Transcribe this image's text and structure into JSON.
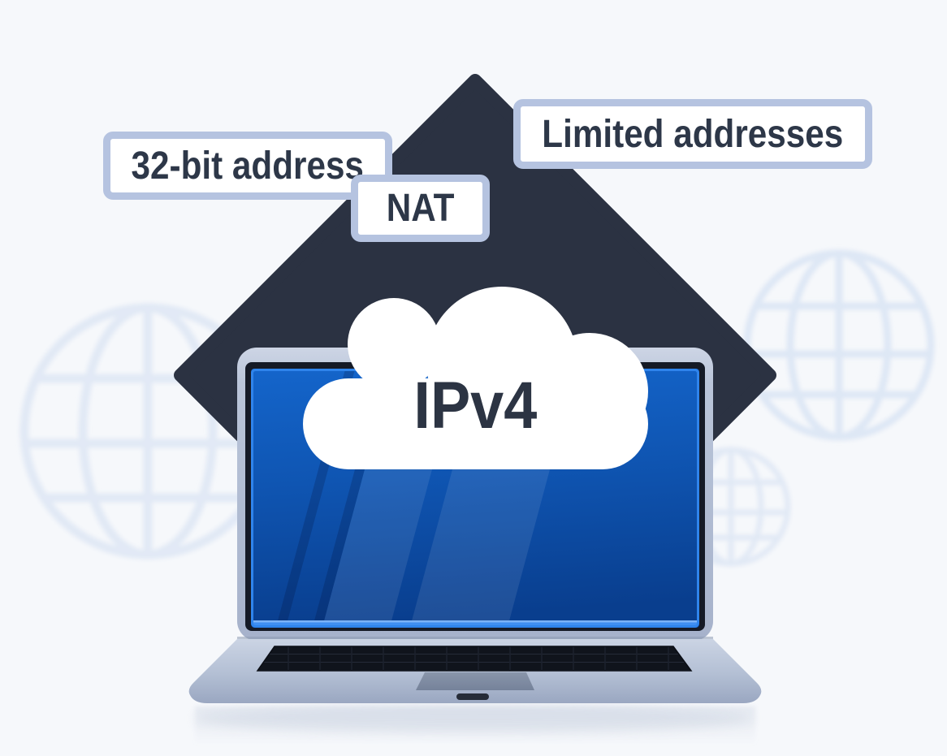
{
  "scene": {
    "cloud_label": "IPv4",
    "callouts": [
      {
        "id": "bit32",
        "text": "32-bit address"
      },
      {
        "id": "nat",
        "text": "NAT"
      },
      {
        "id": "limited",
        "text": "Limited addresses"
      }
    ],
    "icons": {
      "background_left": "globe-icon",
      "background_right_large": "globe-icon",
      "background_right_small": "globe-icon",
      "center": "cloud-icon",
      "device": "laptop-icon",
      "backdrop": "diamond-shape"
    },
    "colors": {
      "background": "#f6f8fb",
      "diamond": "#2b3242",
      "callout_border": "#b5c3e0",
      "callout_fill": "#ffffff",
      "callout_text": "#2d3748",
      "cloud": "#ffffff",
      "cloud_text": "#2c3443",
      "screen_top": "#1465cb",
      "screen_bottom": "#093e8e",
      "screen_edge_glow": "#3f8ff2",
      "laptop_body": "#b9c4d9",
      "keyboard": "#10141c",
      "touchpad": "#8291a6",
      "globe_line": "#d5e1f3"
    }
  }
}
